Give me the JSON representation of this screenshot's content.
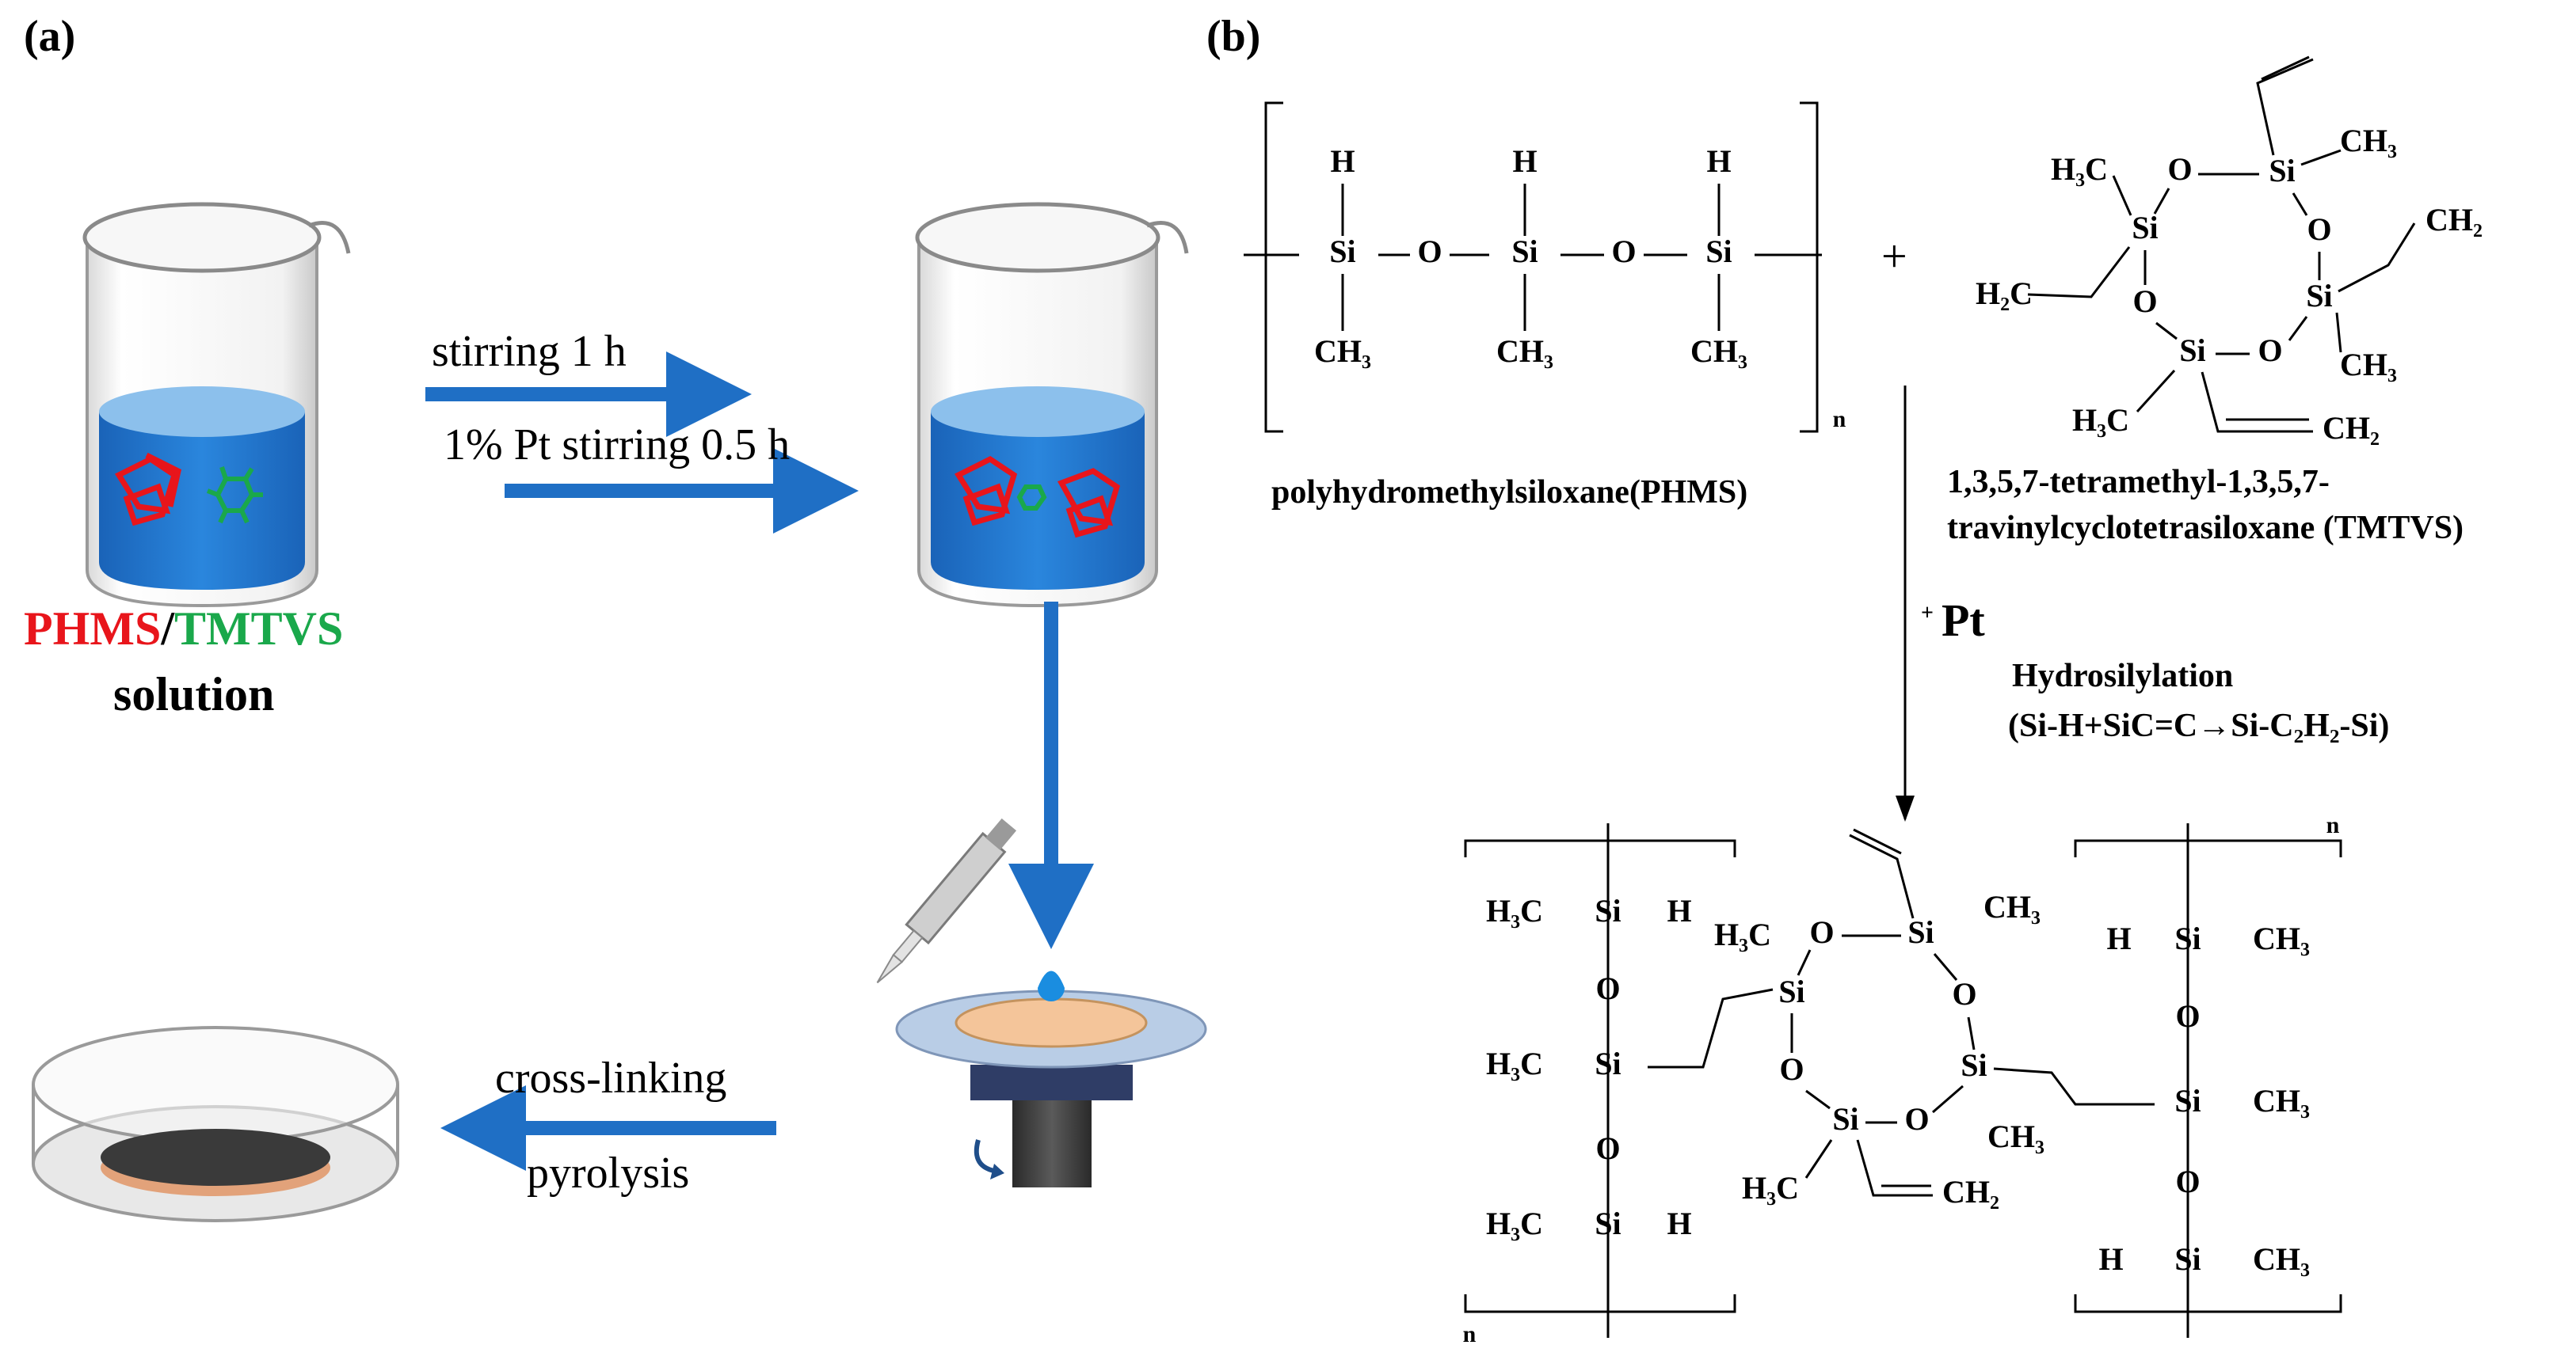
{
  "panels": {
    "a": "(a)",
    "b": "(b)"
  },
  "steps": {
    "stirring": "stirring 1 h",
    "pt_stirring": "1% Pt stirring 0.5 h",
    "crosslinking": "cross-linking",
    "pyrolysis": "pyrolysis"
  },
  "solution_label": {
    "phms": "PHMS",
    "slash": "/",
    "tmtvs": "TMTVS",
    "solution": "solution"
  },
  "reaction": {
    "phms_name": "polyhydromethylsiloxane(PHMS)",
    "tmtvs_name_line1": "1,3,5,7-tetramethyl-1,3,5,7-",
    "tmtvs_name_line2": "travinylcyclotetrasiloxane  (TMTVS)",
    "plus": "+",
    "catalyst": "Pt",
    "reaction_name": "Hydrosilylation",
    "reaction_eq": "(Si-H+SiC=C→Si-C₂H₂-Si)"
  },
  "atoms": {
    "si": "Si",
    "o": "O",
    "h": "H",
    "ch3": "CH₃",
    "h3c": "H₃C",
    "ch2": "CH₂",
    "h2c": "H₂C",
    "n": "n"
  },
  "colors": {
    "arrow": "#1f6fc5",
    "phms": "#e8151b",
    "tmtvs": "#1aa84b",
    "liquid": "#1f7ad0",
    "drop": "#1a8de0",
    "disk": "#f4c59a",
    "film": "#3a3a3a"
  }
}
